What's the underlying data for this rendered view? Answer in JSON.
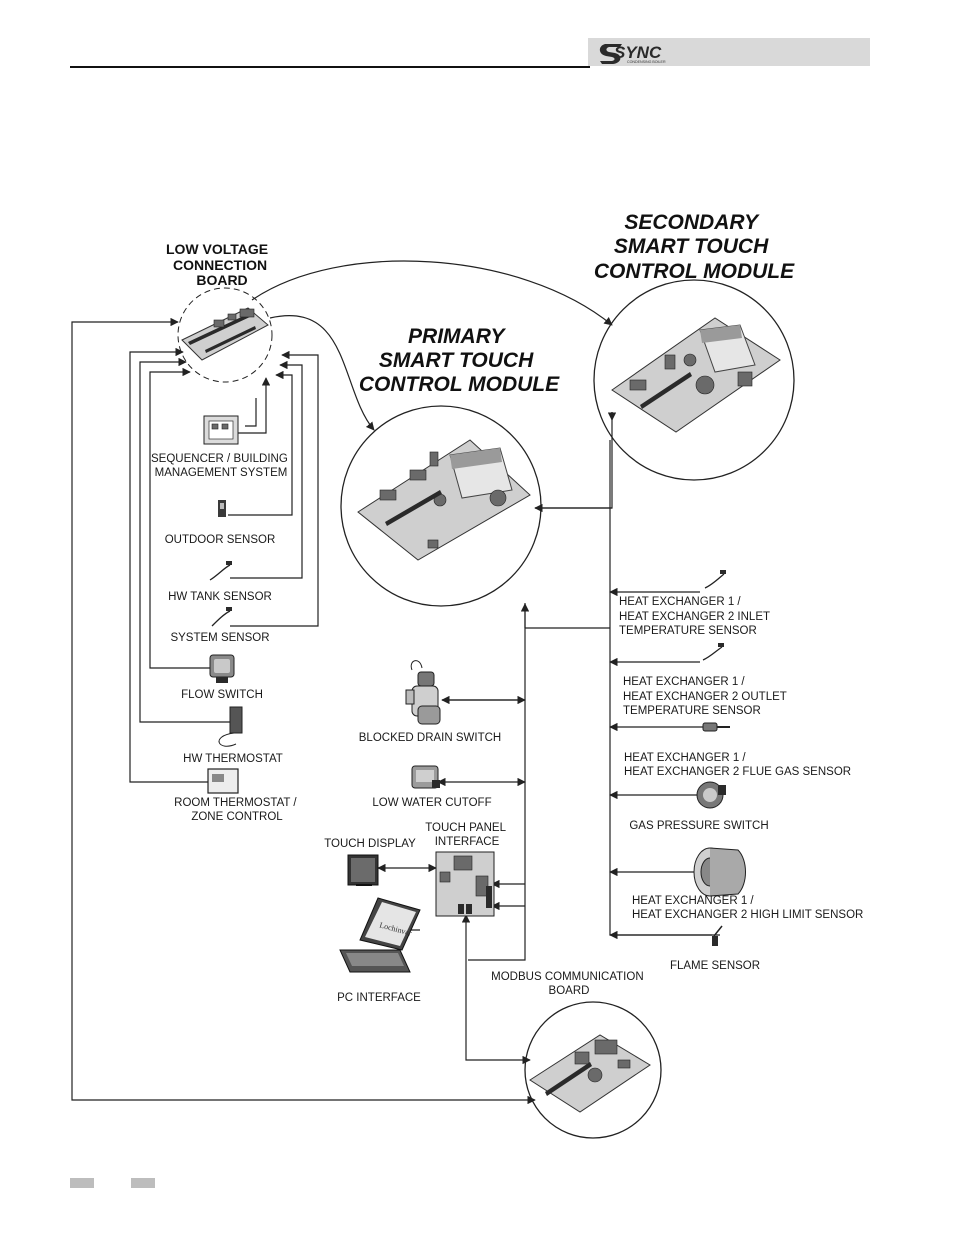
{
  "header": {
    "logo_text": "SYNC",
    "logo_subtext": "CONDENSING BOILER"
  },
  "modules": {
    "secondary": [
      "SECONDARY",
      "SMART TOUCH",
      "CONTROL MODULE"
    ],
    "primary": [
      "PRIMARY",
      "SMART TOUCH",
      "CONTROL MODULE"
    ],
    "low_voltage": [
      "LOW VOLTAGE",
      "CONNECTION",
      "BOARD"
    ],
    "modbus": [
      "MODBUS COMMUNICATION",
      "BOARD"
    ],
    "touch_panel": [
      "TOUCH PANEL",
      "INTERFACE"
    ]
  },
  "left_components": {
    "sequencer": [
      "SEQUENCER / BUILDING",
      "MANAGEMENT SYSTEM"
    ],
    "outdoor_sensor": "OUTDOOR SENSOR",
    "hw_tank_sensor": "HW TANK SENSOR",
    "system_sensor": "SYSTEM SENSOR",
    "flow_switch": "FLOW SWITCH",
    "hw_thermostat": "HW THERMOSTAT",
    "room_thermostat": [
      "ROOM THERMOSTAT /",
      "ZONE CONTROL"
    ]
  },
  "middle_components": {
    "blocked_drain": "BLOCKED DRAIN SWITCH",
    "low_water_cutoff": "LOW WATER CUTOFF",
    "touch_display": "TOUCH DISPLAY",
    "pc_interface": "PC INTERFACE",
    "laptop_brand": "Lochinvar"
  },
  "right_components": {
    "inlet_sensor": [
      "HEAT EXCHANGER 1 /",
      "HEAT EXCHANGER 2 INLET",
      "TEMPERATURE SENSOR"
    ],
    "outlet_sensor": [
      "HEAT EXCHANGER 1 /",
      "HEAT EXCHANGER 2 OUTLET",
      "TEMPERATURE SENSOR"
    ],
    "flue_sensor": [
      "HEAT EXCHANGER 1 /",
      "HEAT EXCHANGER 2 FLUE GAS SENSOR"
    ],
    "gas_pressure": "GAS PRESSURE SWITCH",
    "high_limit": [
      "HEAT EXCHANGER 1 /",
      "HEAT EXCHANGER 2 HIGH LIMIT SENSOR"
    ],
    "flame_sensor": "FLAME SENSOR"
  }
}
